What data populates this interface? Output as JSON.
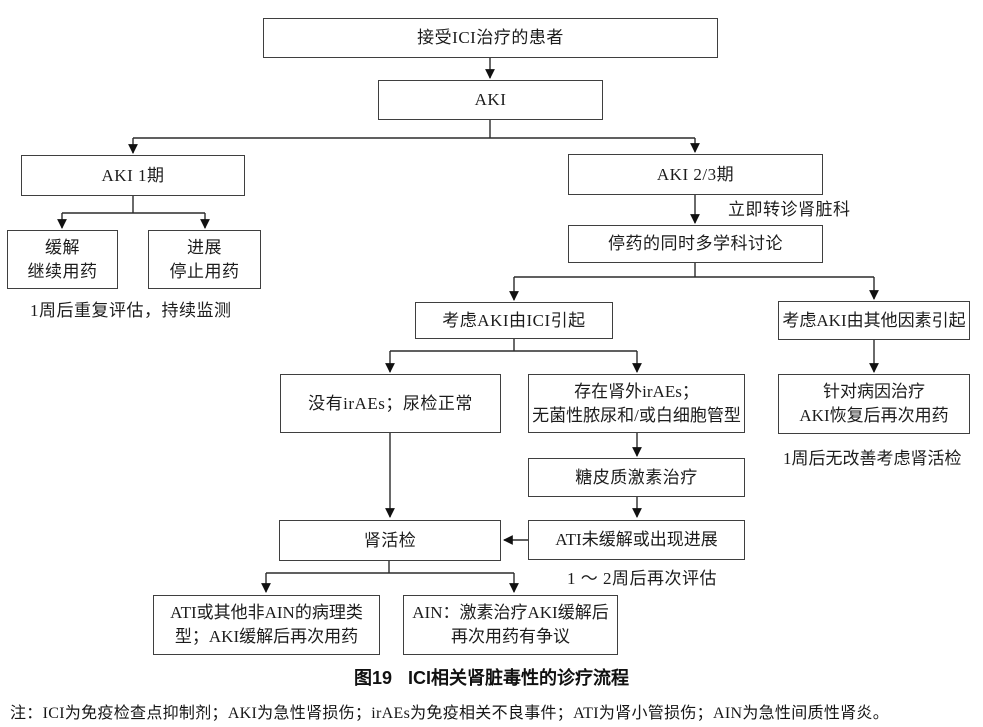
{
  "nodes": {
    "patient": {
      "label": "接受ICI治疗的患者"
    },
    "aki": {
      "label": "AKI"
    },
    "aki_stage1": {
      "label": "AKI 1期"
    },
    "remission": {
      "line1": "缓解",
      "line2": "继续用药"
    },
    "progression": {
      "line1": "进展",
      "line2": "停止用药"
    },
    "aki_stage23": {
      "label": "AKI 2/3期"
    },
    "mdt": {
      "label": "停药的同时多学科讨论"
    },
    "ici_caused": {
      "label": "考虑AKI由ICI引起"
    },
    "other_caused": {
      "label": "考虑AKI由其他因素引起"
    },
    "no_iraes": {
      "label": "没有irAEs；尿检正常"
    },
    "extrarenal_iraes": {
      "line1": "存在肾外irAEs；",
      "line2": "无菌性脓尿和/或白细胞管型"
    },
    "treat_etiology": {
      "line1": "针对病因治疗",
      "line2": "AKI恢复后再次用药"
    },
    "steroid": {
      "label": "糖皮质激素治疗"
    },
    "biopsy": {
      "label": "肾活检"
    },
    "ati_progress": {
      "label": "ATI未缓解或出现进展"
    },
    "ati_pathology": {
      "line1": "ATI或其他非AIN的病理类",
      "line2": "型；AKI缓解后再次用药"
    },
    "ain_controversy": {
      "line1": "AIN：激素治疗AKI缓解后",
      "line2": "再次用药有争议"
    }
  },
  "annotations": {
    "repeat_eval": "1周后重复评估，持续监测",
    "referral": "立即转诊肾脏科",
    "no_improvement": "1周后无改善考虑肾活检",
    "reassess": "1 ～ 2周后再次评估"
  },
  "caption": {
    "fig_no": "图19",
    "title": "ICI相关肾脏毒性的诊疗流程"
  },
  "footnote": "注：ICI为免疫检查点抑制剂；AKI为急性肾损伤；irAEs为免疫相关不良事件；ATI为肾小管损伤；AIN为急性间质性肾炎。",
  "colors": {
    "line": "#2b2b2b",
    "box_border": "#3f3f3f",
    "text": "#1c1c1c"
  }
}
